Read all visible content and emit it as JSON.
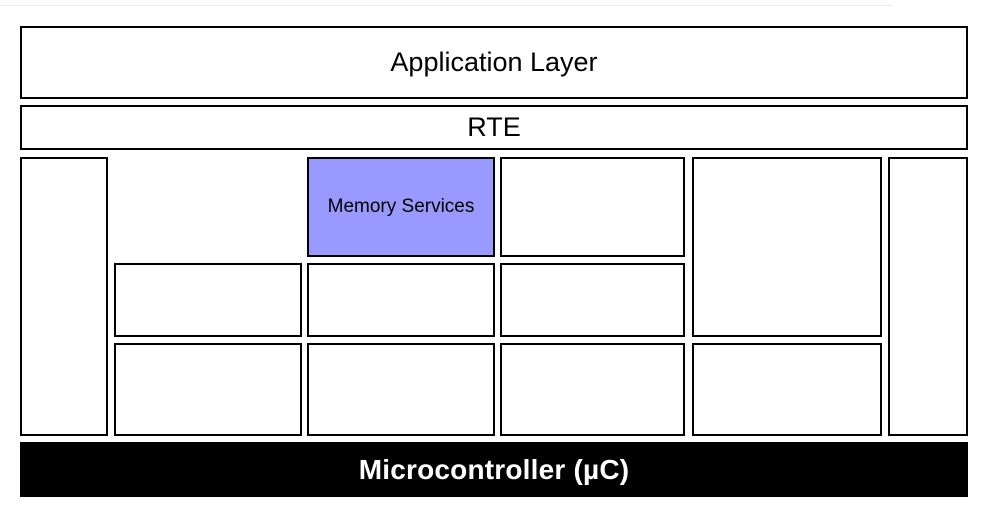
{
  "diagram": {
    "title_layers": {
      "application_layer": "Application Layer",
      "rte": "RTE",
      "microcontroller": "Microcontroller (µC)"
    },
    "colors": {
      "highlight_fill": "#9999ff",
      "box_stroke": "#000000",
      "box_fill": "#ffffff",
      "microcontroller_fill": "#000000",
      "microcontroller_text": "#ffffff",
      "top_rule": "#ebebeb"
    },
    "bsw_boxes": [
      {
        "name": "column-1-tall",
        "label": ""
      },
      {
        "name": "row1-col3-memory-services",
        "label": "Memory Services"
      },
      {
        "name": "row1-col4",
        "label": ""
      },
      {
        "name": "row1-2-col5-tall",
        "label": ""
      },
      {
        "name": "column-6-tall",
        "label": ""
      },
      {
        "name": "row2-col2",
        "label": ""
      },
      {
        "name": "row2-col3",
        "label": ""
      },
      {
        "name": "row2-col4",
        "label": ""
      },
      {
        "name": "row3-col2",
        "label": ""
      },
      {
        "name": "row3-col3",
        "label": ""
      },
      {
        "name": "row3-col4",
        "label": ""
      },
      {
        "name": "row3-col5",
        "label": ""
      }
    ]
  }
}
